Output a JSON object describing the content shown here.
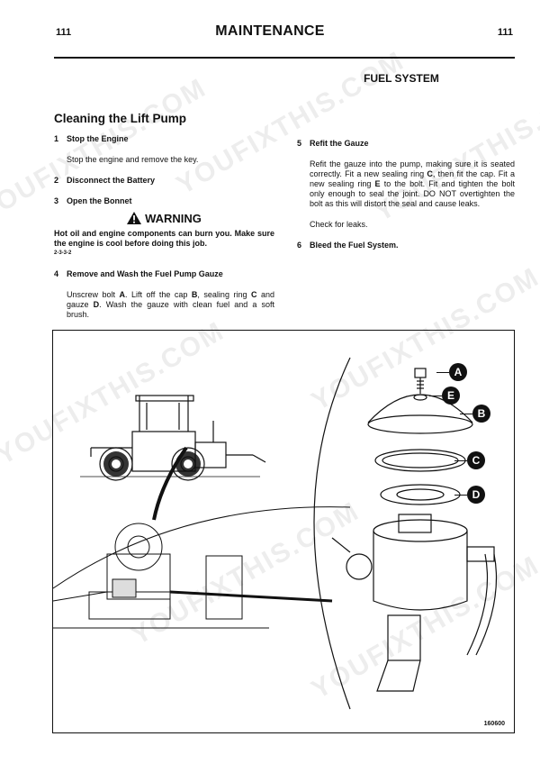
{
  "header": {
    "page_left": "111",
    "page_right": "111",
    "section": "MAINTENANCE",
    "subsection": "FUEL SYSTEM"
  },
  "left_column": {
    "title": "Cleaning the Lift Pump",
    "step1": {
      "num": "1",
      "title": "Stop the Engine",
      "body": "Stop the engine and remove the key."
    },
    "step2": {
      "num": "2",
      "title": "Disconnect the Battery"
    },
    "step3": {
      "num": "3",
      "title": "Open the Bonnet"
    },
    "warning": {
      "title": "WARNING",
      "text": "Hot oil and engine components can burn you. Make sure the engine is cool before doing this job.",
      "ref": "2-3-3-2"
    },
    "step4": {
      "num": "4",
      "title": "Remove and Wash the Fuel Pump Gauze",
      "t1": "Unscrew bolt ",
      "r1": "A",
      "t2": ".   Lift off the cap ",
      "r2": "B",
      "t3": ", sealing ring ",
      "r3": "C",
      "t4": " and gauze ",
      "r4": "D",
      "t5": ".  Wash the gauze with clean fuel and a soft brush."
    }
  },
  "right_column": {
    "step5": {
      "num": "5",
      "title": "Refit the Gauze",
      "t1": "Refit the gauze into the pump, making sure it is seated correctly.  Fit a new sealing ring ",
      "r1": "C",
      "t2": ", then fit the cap.  Fit a new sealing ring ",
      "r2": "E",
      "t3": " to the bolt.   Fit and tighten the bolt only enough to seal the joint. DO NOT overtighten the bolt as this will distort the seal and cause leaks.",
      "check": "Check for leaks."
    },
    "step6": {
      "num": "6",
      "title": "Bleed the Fuel System."
    }
  },
  "figure": {
    "id": "160600",
    "callouts": [
      "A",
      "E",
      "B",
      "C",
      "D"
    ]
  },
  "watermark": "YOUFIXTHIS.COM",
  "icons": {
    "warning": "warning-triangle-icon"
  }
}
